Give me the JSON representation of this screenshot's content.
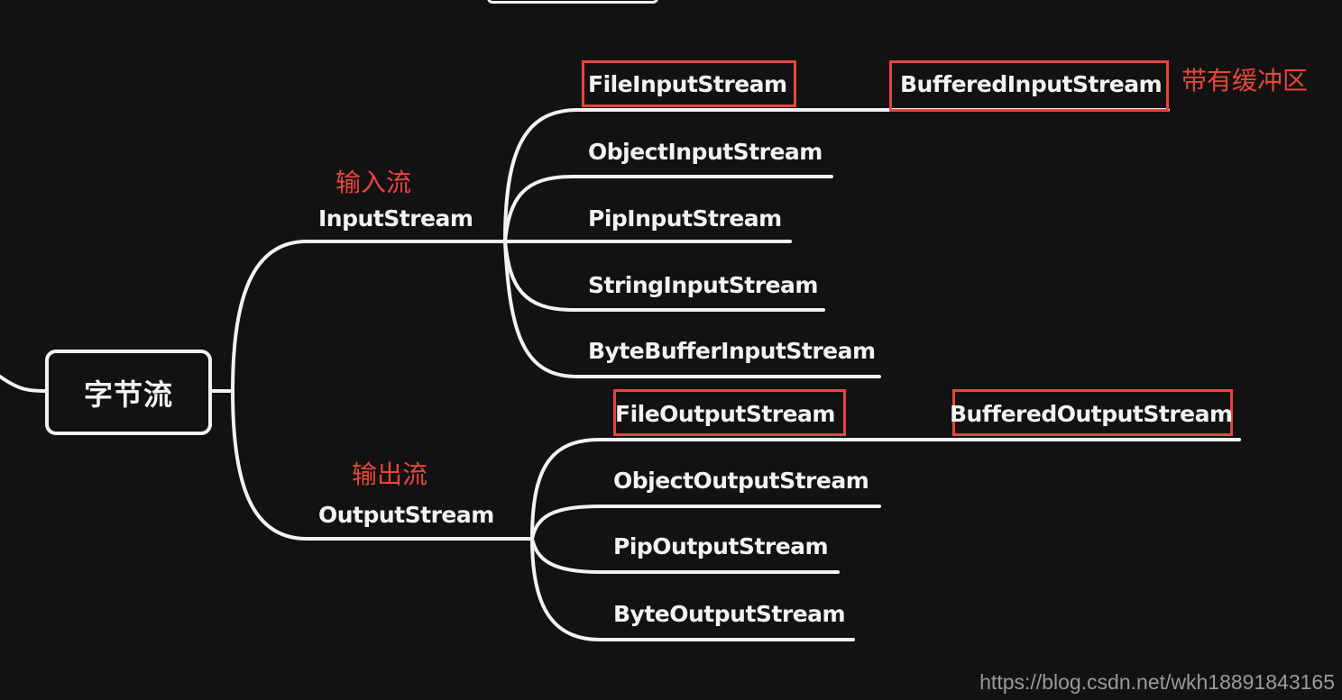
{
  "root": {
    "label": "字节流"
  },
  "input": {
    "label": "InputStream",
    "annotation": "输入流",
    "children": [
      {
        "label": "FileInputStream",
        "highlighted": true
      },
      {
        "label": "ObjectInputStream"
      },
      {
        "label": "PipInputStream"
      },
      {
        "label": "StringInputStream"
      },
      {
        "label": "ByteBufferInputStream"
      }
    ],
    "buffered": {
      "label": "BufferedInputStream",
      "annotation": "带有缓冲区",
      "highlighted": true
    }
  },
  "output": {
    "label": "OutputStream",
    "annotation": "输出流",
    "children": [
      {
        "label": "FileOutputStream",
        "highlighted": true
      },
      {
        "label": "ObjectOutputStream"
      },
      {
        "label": "PipOutputStream"
      },
      {
        "label": "ByteOutputStream"
      }
    ],
    "buffered": {
      "label": "BufferedOutputStream",
      "highlighted": true
    }
  },
  "watermark": "https://blog.csdn.net/wkh18891843165",
  "colors": {
    "background": "#121212",
    "line": "#f2f2f2",
    "highlight": "#e8453c",
    "annotation": "#e8453c"
  }
}
